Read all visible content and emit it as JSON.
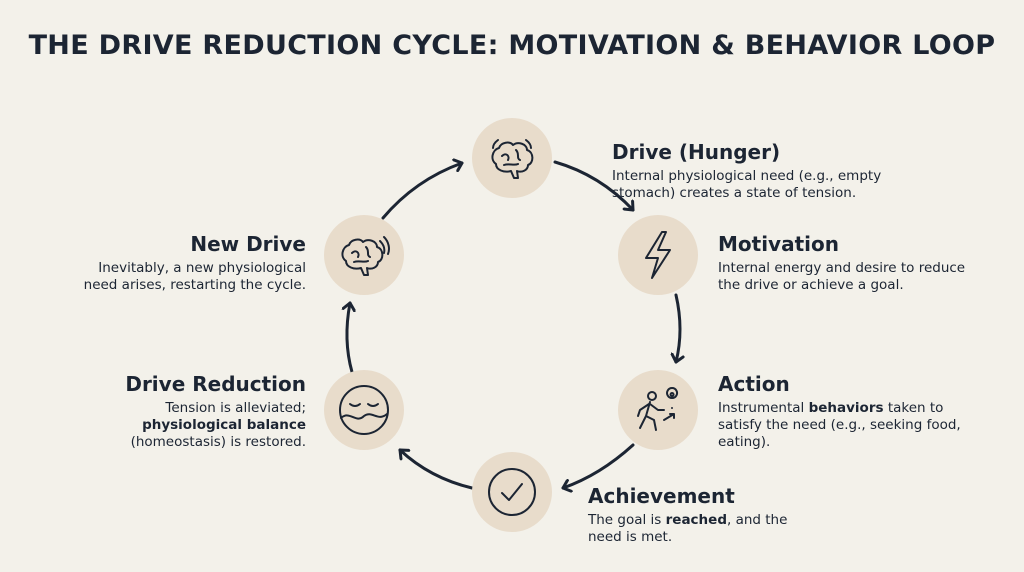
{
  "title": "THE DRIVE REDUCTION CYCLE: MOTIVATION & BEHAVIOR LOOP",
  "colors": {
    "background": "#f3f1ea",
    "circle": "#e8dccb",
    "ink": "#1c2533"
  },
  "stages": {
    "drive": {
      "icon": "brain-icon",
      "heading": "Drive (Hunger)",
      "text": "Internal physiological need (e.g., empty stomach) creates a state of tension."
    },
    "motivation": {
      "icon": "lightning-icon",
      "heading": "Motivation",
      "text": "Internal energy and desire to reduce the drive or achieve a goal."
    },
    "action": {
      "icon": "walking-person-icon",
      "heading": "Action",
      "text_a": "Instrumental ",
      "text_bold": "behaviors",
      "text_b": " taken to satisfy the need (e.g., seeking food, eating)."
    },
    "achievement": {
      "icon": "checkmark-icon",
      "heading": "Achievement",
      "text_a": "The goal is ",
      "text_bold": "reached",
      "text_b": ", and the need is met."
    },
    "reduction": {
      "icon": "calm-face-icon",
      "heading": "Drive Reduction",
      "text_a": "Tension is alleviated; ",
      "text_bold": "physiological balance",
      "text_b": " (homeostasis) is restored."
    },
    "new_drive": {
      "icon": "brain-icon",
      "heading": "New Drive",
      "text": "Inevitably, a new physiological need arises, restarting the cycle."
    }
  }
}
